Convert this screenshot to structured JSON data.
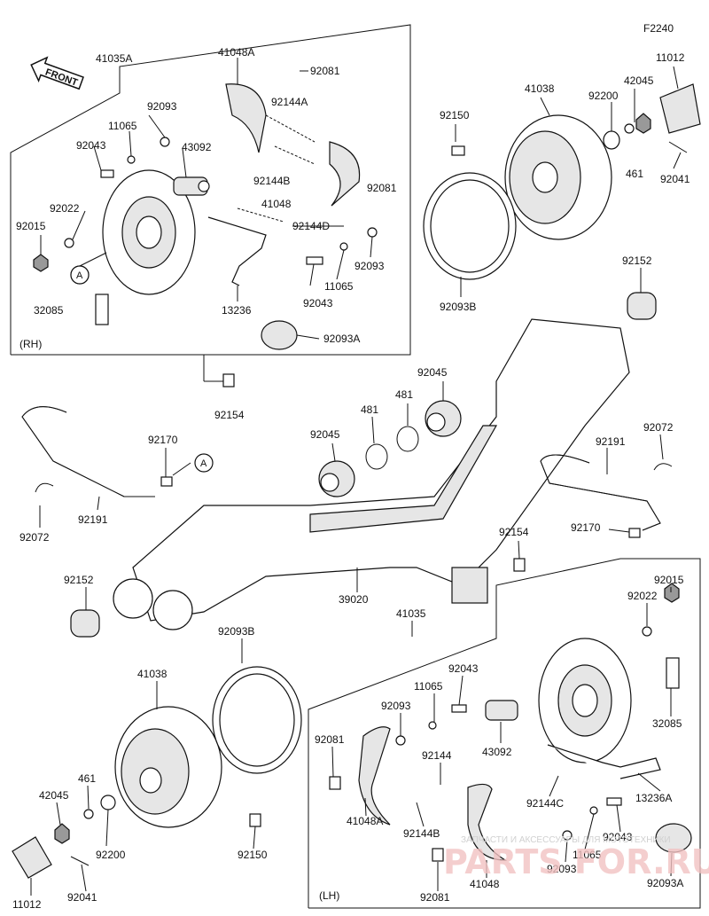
{
  "diagram_code": "F2240",
  "front_label": "FRONT",
  "sections": {
    "rh": "(RH)",
    "lh": "(LH)"
  },
  "ref_marker": "A",
  "labels": {
    "l41035A": "41035A",
    "l41048A_top": "41048A",
    "l92081_a": "92081",
    "l92144A": "92144A",
    "l92093_a": "92093",
    "l11065_a": "11065",
    "l92043_a": "92043",
    "l43092_a": "43092",
    "l92144B_a": "92144B",
    "l92081_b": "92081",
    "l41048_a": "41048",
    "l92144D": "92144D",
    "l92022_a": "92022",
    "l92015_a": "92015",
    "l92093_b": "92093",
    "l11065_b": "11065",
    "l92043_b": "92043",
    "l13236": "13236",
    "l32085_a": "32085",
    "l92093A_a": "92093A",
    "l92154_a": "92154",
    "l41038_a": "41038",
    "l11012_a": "11012",
    "l42045_a": "42045",
    "l92200_a": "92200",
    "l92150_a": "92150",
    "l461_a": "461",
    "l92041_a": "92041",
    "l92093B_a": "92093B",
    "l92152_a": "92152",
    "l92045_a": "92045",
    "l481_a": "481",
    "l481_b": "481",
    "l92045_b": "92045",
    "l92170_a": "92170",
    "l92191_a": "92191",
    "l92072_a": "92072",
    "l92191_b": "92191",
    "l92072_b": "92072",
    "l92170_b": "92170",
    "l92154_b": "92154",
    "l92152_b": "92152",
    "l39020": "39020",
    "l41035": "41035",
    "l92015_b": "92015",
    "l92022_b": "92022",
    "l92093B_b": "92093B",
    "l41038_b": "41038",
    "l92043_c": "92043",
    "l11065_c": "11065",
    "l92093_c": "92093",
    "l92081_c": "92081",
    "l92144": "92144",
    "l43092_b": "43092",
    "l32085_b": "32085",
    "l461_b": "461",
    "l42045_b": "42045",
    "l92200_b": "92200",
    "l92150_b": "92150",
    "l41048A_b": "41048A",
    "l92144B_b": "92144B",
    "l92144C": "92144C",
    "l13236A": "13236A",
    "l92043_d": "92043",
    "l11065_d": "11065",
    "l92093_d": "92093",
    "l92093A_b": "92093A",
    "l11012_b": "11012",
    "l92041_b": "92041",
    "l92081_d": "92081",
    "l41048_b": "41048"
  },
  "watermark": {
    "logo": "PARTS FOR.RU",
    "caption": "ЗАПЧАСТИ И АКСЕССУАРЫ ДЛЯ МОТОТЕХНИКИ"
  }
}
